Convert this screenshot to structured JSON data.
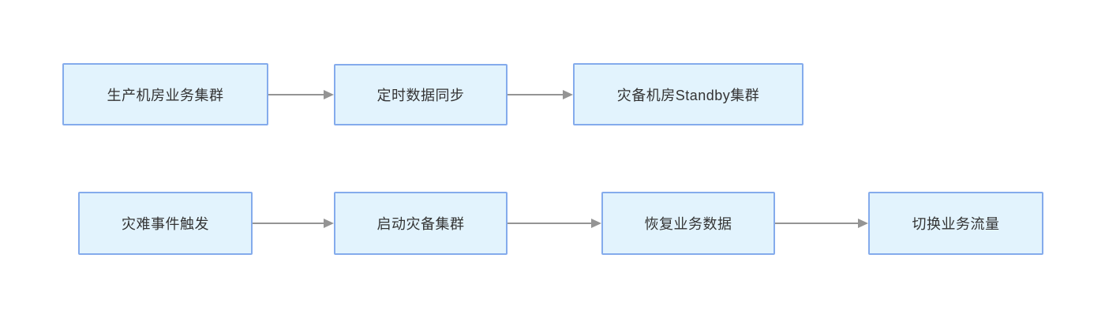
{
  "diagram": {
    "colors": {
      "box_fill": "#e2f3fd",
      "box_border": "#84abec",
      "arrow_color": "#949494",
      "text_color": "#333333",
      "page_bg": "#ffffff"
    },
    "rows": [
      {
        "name": "data-sync-flow",
        "nodes": [
          {
            "label": "生产机房业务集群"
          },
          {
            "label": "定时数据同步"
          },
          {
            "label": "灾备机房Standby集群"
          }
        ]
      },
      {
        "name": "failover-flow",
        "nodes": [
          {
            "label": "灾难事件触发"
          },
          {
            "label": "启动灾备集群"
          },
          {
            "label": "恢复业务数据"
          },
          {
            "label": "切换业务流量"
          }
        ]
      }
    ]
  }
}
